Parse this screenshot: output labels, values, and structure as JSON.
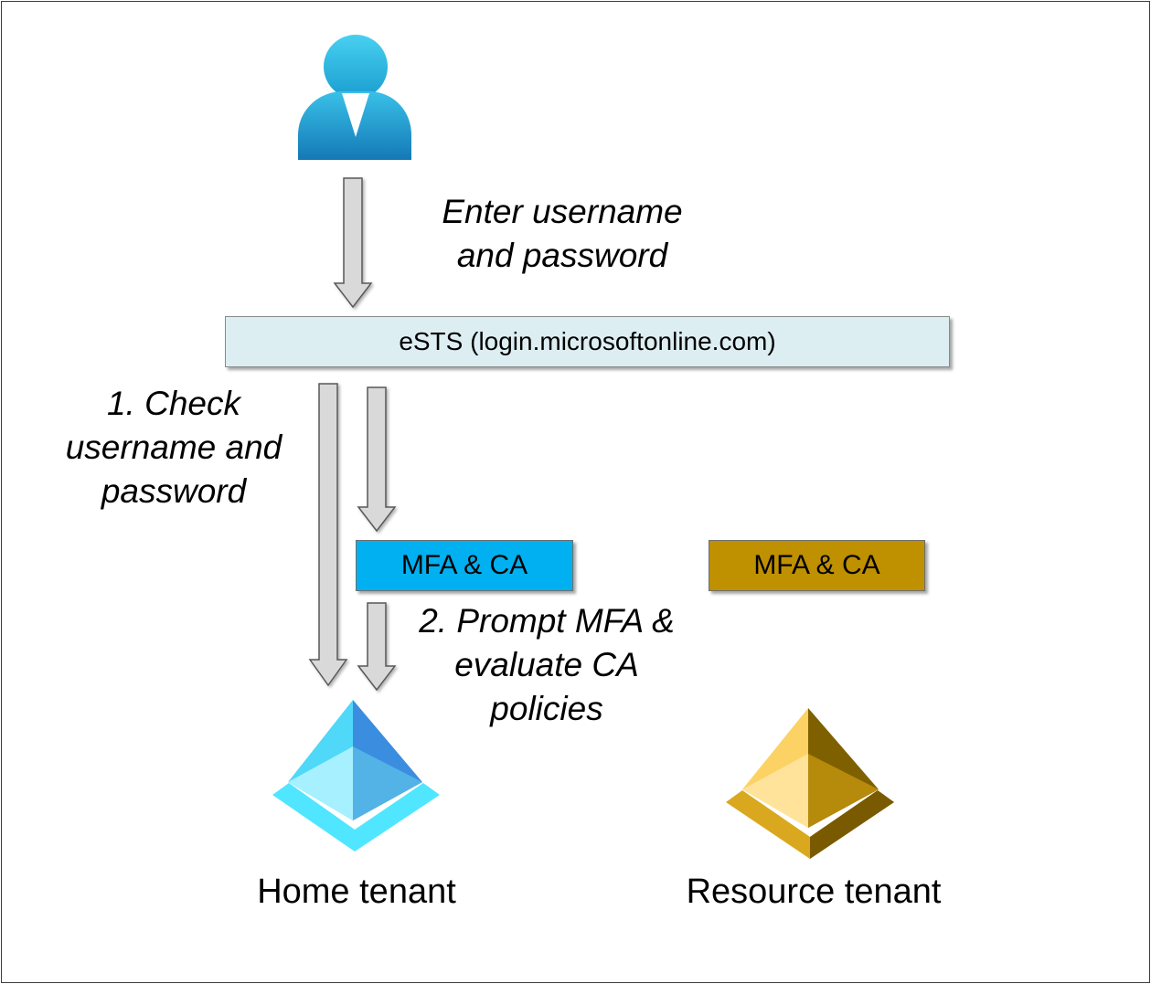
{
  "labels": {
    "enter_credentials": [
      "Enter username",
      "and password"
    ],
    "check_credentials": [
      "1. Check",
      "username and",
      "password"
    ],
    "prompt_mfa": [
      "2. Prompt MFA &",
      "evaluate CA",
      "policies"
    ]
  },
  "ests": {
    "label": "eSTS (login.microsoftonline.com)",
    "fill": "#ddeef3"
  },
  "mfa_home": {
    "label": "MFA & CA",
    "fill": "#00b0f0"
  },
  "mfa_resource": {
    "label": "MFA & CA",
    "fill": "#bf9000"
  },
  "home_tenant": {
    "label": "Home tenant",
    "icon": "azure-ad-pyramid-icon"
  },
  "resource_tenant": {
    "label": "Resource tenant",
    "icon": "azure-ad-pyramid-icon"
  },
  "user": {
    "icon": "user-avatar-icon"
  },
  "colors": {
    "arrow_fill": "#d9d9d9",
    "arrow_stroke": "#595959",
    "frame": "#3c3c3c"
  }
}
